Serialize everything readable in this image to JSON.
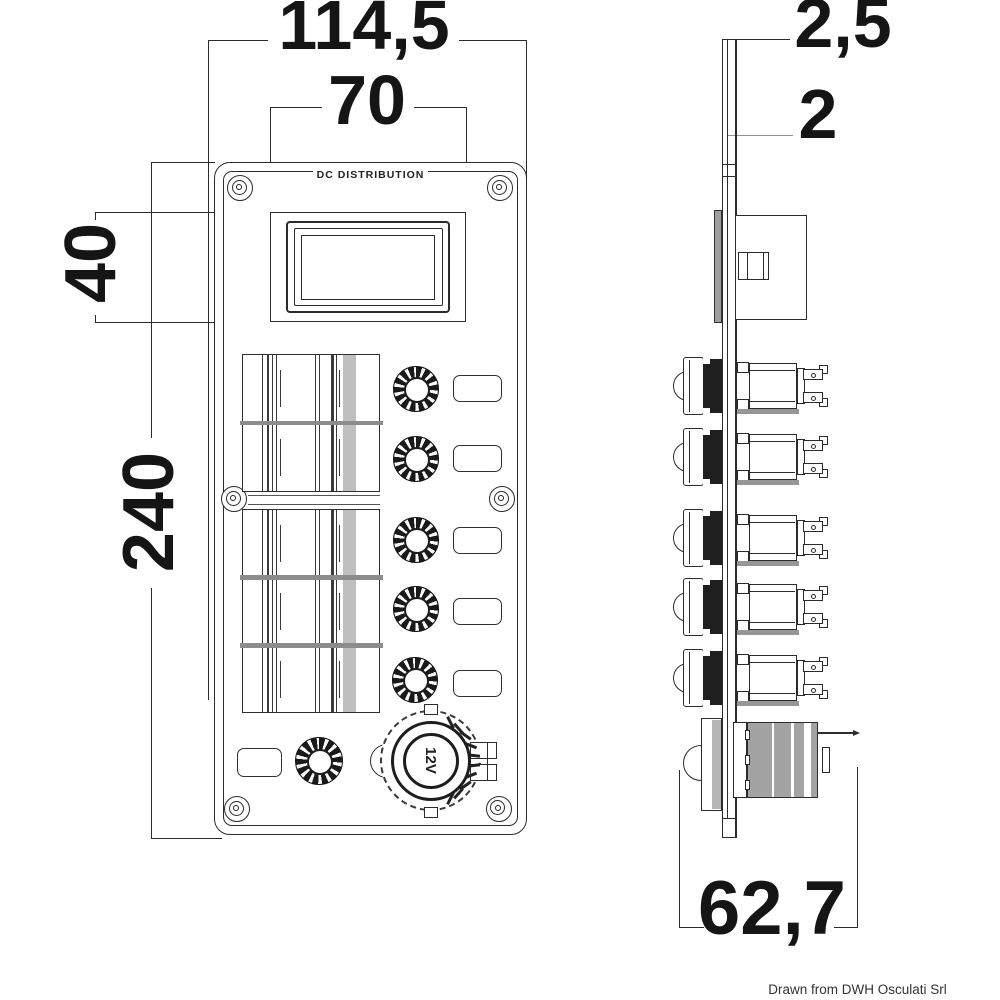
{
  "front_view": {
    "header_label": "DC DISTRIBUTION",
    "socket_label": "12V"
  },
  "dimensions_mm": {
    "panel_width": "114,5",
    "display_width": "70",
    "display_height": "40",
    "panel_height": "240",
    "bezel_thickness": "2,5",
    "sheet_thickness": "2",
    "mount_depth": "62,7"
  },
  "credit": "Drawn from DWH Osculati Srl",
  "colors": {
    "line": "#2b2b2b",
    "cylinder_gray": "#a3a3a3",
    "band_gray": "#bfbfbf",
    "separator_gray": "#8c8c8c",
    "leader_gray": "#8f8f8f",
    "background": "#ffffff"
  }
}
